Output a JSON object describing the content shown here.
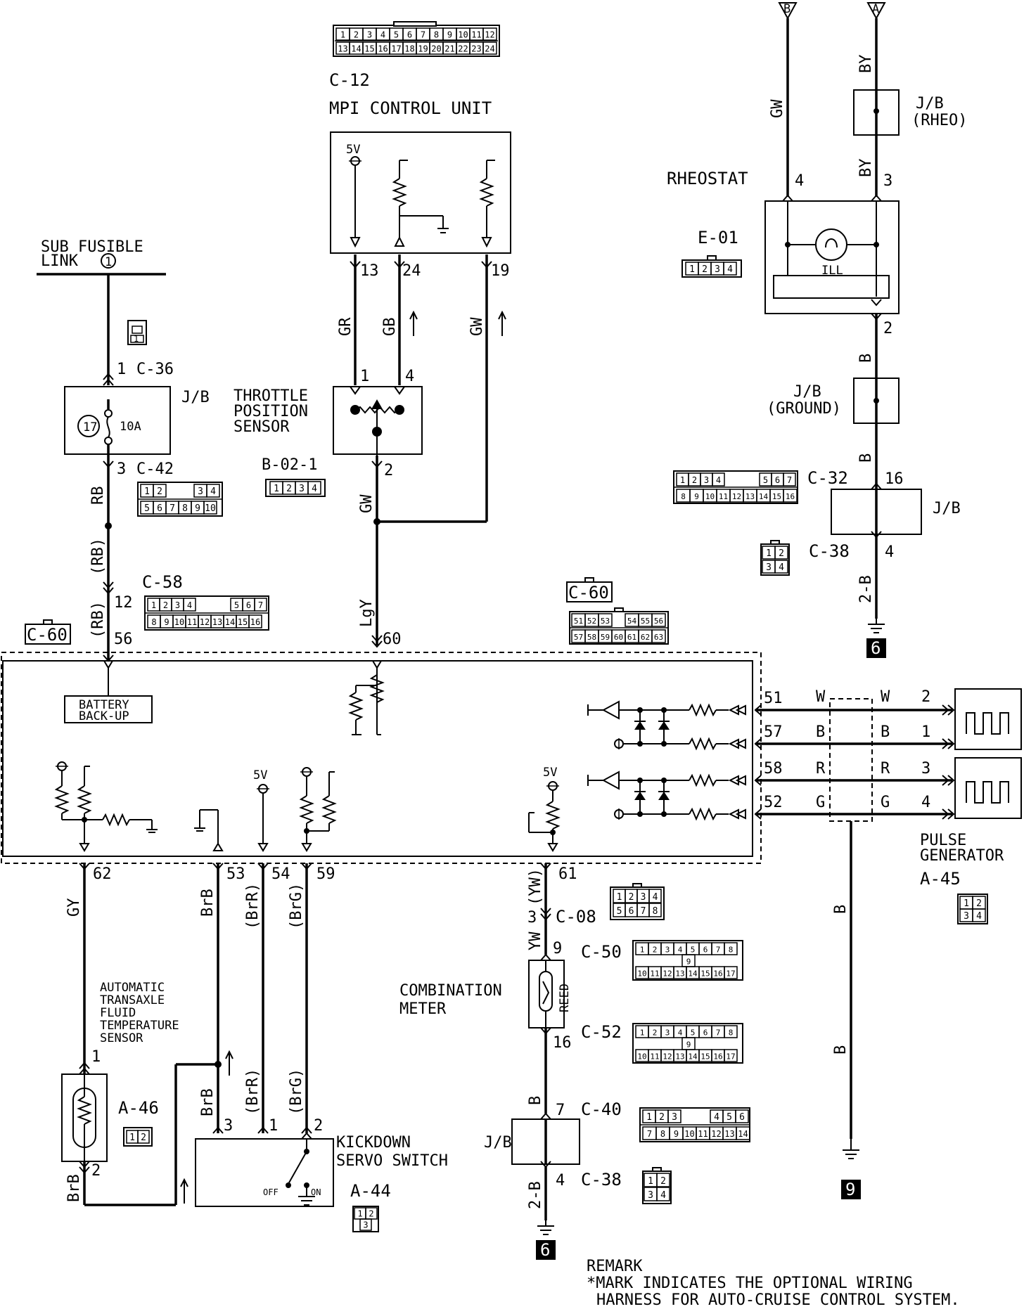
{
  "control_unit": {
    "connector_id": "C-12",
    "title": "MPI CONTROL UNIT",
    "connector_pins_row1": [
      "1",
      "2",
      "3",
      "4",
      "5",
      "6",
      "7",
      "8",
      "9",
      "10",
      "11",
      "12"
    ],
    "connector_pins_row2": [
      "13",
      "14",
      "15",
      "16",
      "17",
      "18",
      "19",
      "20",
      "21",
      "22",
      "23",
      "24"
    ],
    "supply": "5V",
    "pins": [
      "13",
      "24",
      "19"
    ]
  },
  "sub_fusible_link": {
    "line1": "SUB FUSIBLE",
    "line2": "LINK",
    "number": "1"
  },
  "fuse_block": {
    "top_pin": "1",
    "top_conn": "C-36",
    "label": "J/B",
    "fuse_no": "17",
    "rating": "10A",
    "bottom_pin": "3",
    "bottom_conn": "C-42",
    "conn_icon": "1"
  },
  "throttle_sensor": {
    "line1": "THROTTLE",
    "line2": "POSITION",
    "line3": "SENSOR",
    "pin_left": "1",
    "pin_right": "4",
    "pin_bottom": "2",
    "conn_id": "B-02-1",
    "conn_pins": [
      "1",
      "2",
      "3",
      "4"
    ]
  },
  "rheostat": {
    "title": "RHEOSTAT",
    "pin_left": "4",
    "pin_right": "3",
    "pin_bottom": "2",
    "lamp_label": "ILL",
    "conn_id": "E-01",
    "conn_pins": [
      "1",
      "2",
      "3",
      "4"
    ]
  },
  "top_refs": {
    "left": "B",
    "right": "A"
  },
  "jb_rheo": {
    "line1": "J/B",
    "line2": "(RHEO)"
  },
  "jb_ground": {
    "line1": "J/B",
    "line2": "(GROUND)"
  },
  "jb_c32": {
    "conn_left": "C-32",
    "pin_top": "16",
    "label": "J/B",
    "conn_bottom": "C-38",
    "pin_bottom": "4",
    "c32_row1": [
      "1",
      "2",
      "3",
      "4",
      "5",
      "6",
      "7"
    ],
    "c32_row2": [
      "8",
      "9",
      "10",
      "11",
      "12",
      "13",
      "14",
      "15",
      "16"
    ],
    "c38_pins": [
      "1",
      "2",
      "3",
      "4"
    ]
  },
  "ground_refs": {
    "right_top": "6",
    "bottom_mid": "6",
    "pulse_gnd": "9"
  },
  "connectors": {
    "c42": {
      "row1": [
        "1",
        "2",
        "3",
        "4"
      ],
      "row2": [
        "5",
        "6",
        "7",
        "8",
        "9",
        "10"
      ]
    },
    "c58": {
      "id": "C-58",
      "pin": "12",
      "row1": [
        "1",
        "2",
        "3",
        "4",
        "5",
        "6",
        "7"
      ],
      "row2": [
        "8",
        "9",
        "10",
        "11",
        "12",
        "13",
        "14",
        "15",
        "16"
      ]
    },
    "c60": {
      "id": "C-60",
      "row1": [
        "51",
        "52",
        "53",
        "54",
        "55",
        "56"
      ],
      "row2": [
        "57",
        "58",
        "59",
        "60",
        "61",
        "62",
        "63"
      ]
    },
    "c08": {
      "pins": [
        "1",
        "2",
        "3",
        "4",
        "5",
        "6",
        "7",
        "8"
      ]
    },
    "c50": {
      "row1": [
        "1",
        "2",
        "3",
        "4",
        "5",
        "6",
        "7",
        "8"
      ],
      "mid": "9",
      "row2": [
        "10",
        "11",
        "12",
        "13",
        "14",
        "15",
        "16",
        "17"
      ]
    },
    "c52": {
      "row1": [
        "1",
        "2",
        "3",
        "4",
        "5",
        "6",
        "7",
        "8"
      ],
      "mid": "9",
      "row2": [
        "10",
        "11",
        "12",
        "13",
        "14",
        "15",
        "16",
        "17"
      ]
    },
    "c40": {
      "row1": [
        "1",
        "2",
        "3",
        "4",
        "5",
        "6"
      ],
      "row2": [
        "7",
        "8",
        "9",
        "10",
        "11",
        "12",
        "13",
        "14"
      ]
    },
    "c38b": {
      "pins": [
        "1",
        "2",
        "3",
        "4"
      ]
    },
    "a45": {
      "pins": [
        "1",
        "2",
        "3",
        "4"
      ]
    },
    "a46": {
      "pins": [
        "1",
        "2"
      ]
    },
    "a44": {
      "pins": [
        "1",
        "2",
        "3"
      ]
    }
  },
  "tcu": {
    "battery_label1": "BATTERY",
    "battery_label2": "BACK-UP",
    "supply": "5V",
    "top_pins": [
      "56",
      "60"
    ],
    "bottom_pins": [
      "62",
      "53",
      "54",
      "59",
      "61"
    ],
    "right_pins": [
      "51",
      "57",
      "58",
      "52"
    ]
  },
  "c60_side_id": "C-60",
  "pulse_generator": {
    "line1": "PULSE",
    "line2": "GENERATOR",
    "conn_id": "A-45",
    "left_colors": [
      "W",
      "B",
      "R",
      "G"
    ],
    "right_colors": [
      "W",
      "B",
      "R",
      "G"
    ],
    "pins": [
      "2",
      "1",
      "3",
      "4"
    ]
  },
  "fluid_sensor": {
    "lines": [
      "AUTOMATIC",
      "TRANSAXLE",
      "FLUID",
      "TEMPERATURE",
      "SENSOR"
    ],
    "pin_top": "1",
    "pin_bottom": "2",
    "conn_id": "A-46"
  },
  "kickdown": {
    "line1": "KICKDOWN",
    "line2": "SERVO SWITCH",
    "conn_id": "A-44",
    "pins": [
      "3",
      "1",
      "2"
    ],
    "off": "OFF",
    "on": "ON"
  },
  "combination_meter": {
    "line1": "COMBINATION",
    "line2": "METER",
    "reed": "REED",
    "pin_top": "9",
    "conn_top": "C-50",
    "pin_bottom": "16",
    "conn_bottom": "C-52"
  },
  "jb_meter": {
    "label": "J/B",
    "pin_top": "7",
    "conn_top": "C-40",
    "pin_bottom": "4",
    "conn_bottom": "C-38"
  },
  "c08_pin": "3",
  "c08_id": "C-08",
  "wires": {
    "gr": "GR",
    "gb": "GB",
    "gw_top": "GW",
    "gw_mid": "GW",
    "lgy": "LgY",
    "rb1": "RB",
    "rb2": "(RB)",
    "rb3": "(RB)",
    "gw_right": "GW",
    "by1": "BY",
    "by2": "BY",
    "b1": "B",
    "b2": "B",
    "b_2b1": "2-B",
    "gy": "GY",
    "brb1": "BrB",
    "brr1": "(BrR)",
    "brg1": "(BrG)",
    "brb2": "BrB",
    "brr2": "(BrR)",
    "brg2": "(BrG)",
    "brb3": "BrB",
    "yw_p": "(YW)",
    "yw": "YW",
    "b_meter": "B",
    "b_2b2": "2-B",
    "b_pulse1": "B",
    "b_pulse2": "B"
  },
  "remark": {
    "title": "REMARK",
    "line1": "*MARK INDICATES THE OPTIONAL WIRING",
    "line2": "HARNESS FOR AUTO-CRUISE CONTROL SYSTEM."
  }
}
